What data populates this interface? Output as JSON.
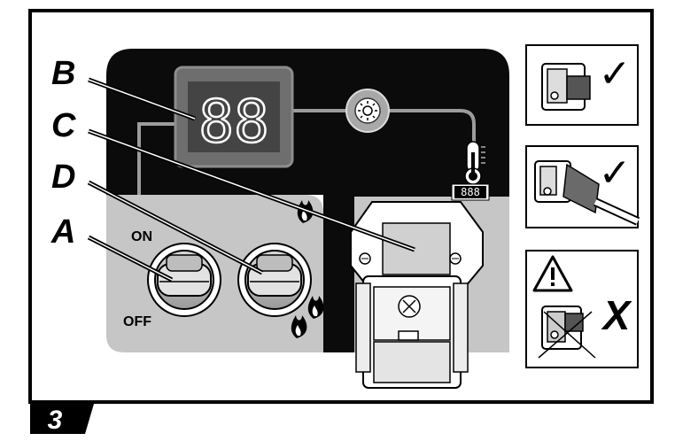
{
  "figure": {
    "number": "3"
  },
  "callouts": {
    "b": "B",
    "c": "C",
    "d": "D",
    "a": "A"
  },
  "switch_a": {
    "on_label": "ON",
    "off_label": "OFF"
  },
  "display": {
    "digits": "88"
  },
  "thermometer": {
    "mini_display": "888"
  },
  "icons": {
    "flame_single": "flame-icon",
    "flame_double": "double-flame-icon",
    "indicator": "sun-indicator-icon",
    "thermometer": "thermometer-icon",
    "connector": "connector-plug-icon",
    "warning": "warning-triangle-icon"
  },
  "panels": {
    "correct_mark_1": "✓",
    "correct_mark_2": "✓",
    "wrong_mark": "X"
  },
  "colors": {
    "panel_black": "#0b0b0b",
    "panel_grey": "#c6c6c6",
    "display_grey": "#6e6e6e"
  }
}
